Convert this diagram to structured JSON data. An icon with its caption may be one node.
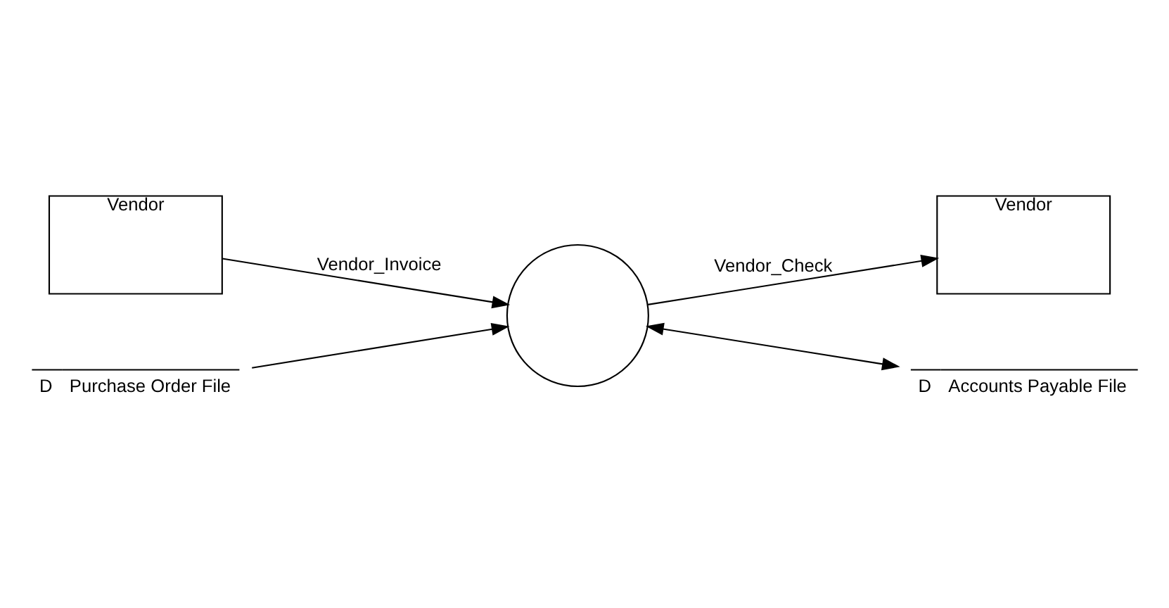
{
  "diagram": {
    "nodes": [
      {
        "text": [
          "Vendor"
        ]
      },
      {
        "text": [],
        "shape": "circle"
      },
      {
        "text": [
          "Vendor"
        ]
      },
      {
        "text": [
          "D",
          "Purchase Order File"
        ]
      },
      {
        "text": [
          "D",
          "Accounts Payable File"
        ]
      }
    ],
    "edges": [
      {
        "from": 0,
        "to": 1,
        "arrow": "to",
        "label": "Vendor_Invoice"
      },
      {
        "from": 1,
        "to": 2,
        "arrow": "to",
        "label": "Vendor_Check"
      },
      {
        "from": 3,
        "to": 1,
        "arrow": "to"
      },
      {
        "from": 1,
        "to": 4,
        "arrow": "both"
      }
    ]
  }
}
